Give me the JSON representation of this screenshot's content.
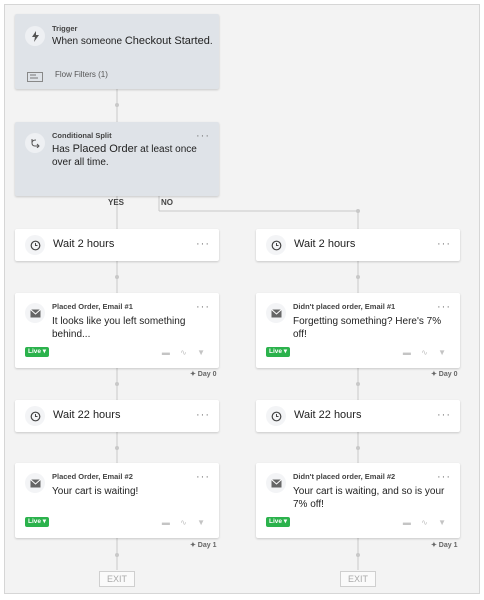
{
  "icons": {
    "more": "···"
  },
  "trigger": {
    "type": "Trigger",
    "text_before": "When someone ",
    "metric": "Checkout Started",
    "text_after": ".",
    "filters_label": "Flow Filters (1)"
  },
  "split": {
    "type": "Conditional Split",
    "text_before": "Has ",
    "metric": "Placed Order",
    "text_after": " at least once over all time.",
    "yes_label": "YES",
    "no_label": "NO"
  },
  "left": {
    "wait1": "Wait 2 hours",
    "email1": {
      "title": "Placed Order, Email #1",
      "subject": "It looks like you left something behind...",
      "status": "Live ▾"
    },
    "day1": "✦ Day 0",
    "wait2": "Wait 22 hours",
    "email2": {
      "title": "Placed Order, Email #2",
      "subject": "Your cart is waiting!",
      "status": "Live ▾"
    },
    "day2": "✦ Day 1"
  },
  "right": {
    "wait1": "Wait 2 hours",
    "email1": {
      "title": "Didn't placed order, Email #1",
      "subject": "Forgetting something? Here's 7% off!",
      "status": "Live ▾"
    },
    "day1": "✦ Day 0",
    "wait2": "Wait 22 hours",
    "email2": {
      "title": "Didn't placed order, Email #2",
      "subject": "Your cart is waiting, and so is your 7% off!",
      "status": "Live ▾"
    },
    "day2": "✦ Day 1"
  },
  "exit_label": "EXIT",
  "colors": {
    "live_badge": "#2bb24c",
    "trigger_card": "#dfe3e8",
    "canvas": "#f3f3f3"
  }
}
